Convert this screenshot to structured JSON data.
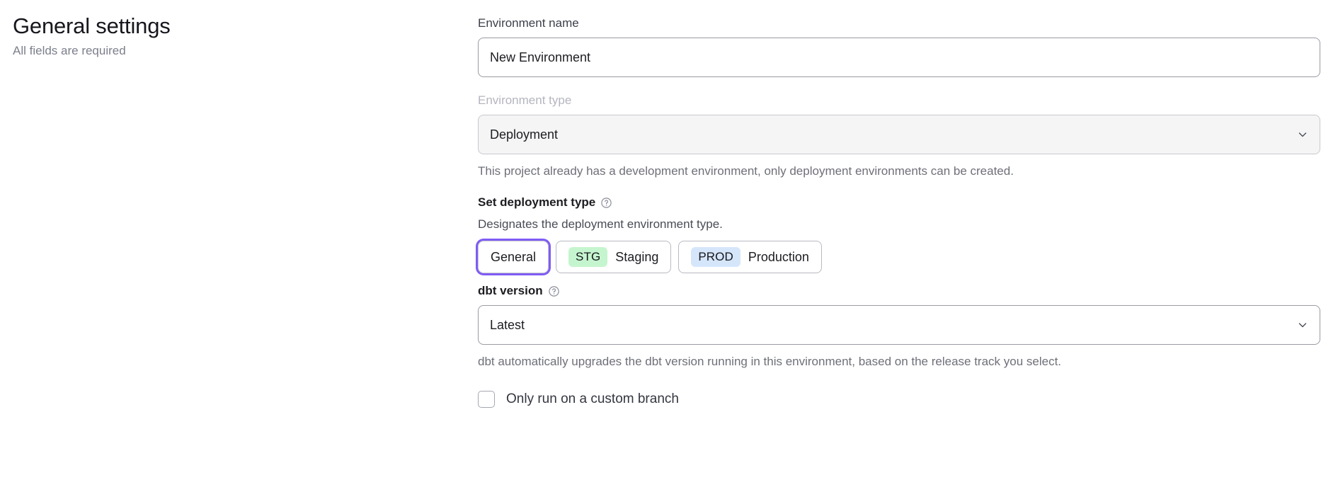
{
  "header": {
    "title": "General settings",
    "subtitle": "All fields are required"
  },
  "form": {
    "environment_name": {
      "label": "Environment name",
      "value": "New Environment",
      "placeholder": "New Environment"
    },
    "environment_type": {
      "label": "Environment type",
      "value": "Deployment",
      "disabled": true,
      "helper": "This project already has a development environment, only deployment environments can be created.",
      "chevron_icon": "chevron-down-icon"
    },
    "deployment_type": {
      "label": "Set deployment type",
      "help_icon": "question-circle-icon",
      "description": "Designates the deployment environment type.",
      "options": [
        {
          "id": "general",
          "label": "General",
          "badge": null,
          "badge_color": null,
          "selected": true
        },
        {
          "id": "staging",
          "label": "Staging",
          "badge": "STG",
          "badge_color": "#c5f5ce",
          "selected": false
        },
        {
          "id": "production",
          "label": "Production",
          "badge": "PROD",
          "badge_color": "#d6e6fa",
          "selected": false
        }
      ]
    },
    "dbt_version": {
      "label": "dbt version",
      "help_icon": "question-circle-icon",
      "value": "Latest",
      "chevron_icon": "chevron-down-icon",
      "helper": "dbt automatically upgrades the dbt version running in this environment, based on the release track you select."
    },
    "custom_branch": {
      "label": "Only run on a custom branch",
      "checked": false
    }
  },
  "colors": {
    "focus_ring": "#7f5cf5",
    "staging_badge": "#c5f5ce",
    "production_badge": "#d6e6fa",
    "disabled_bg": "#f5f5f6"
  }
}
